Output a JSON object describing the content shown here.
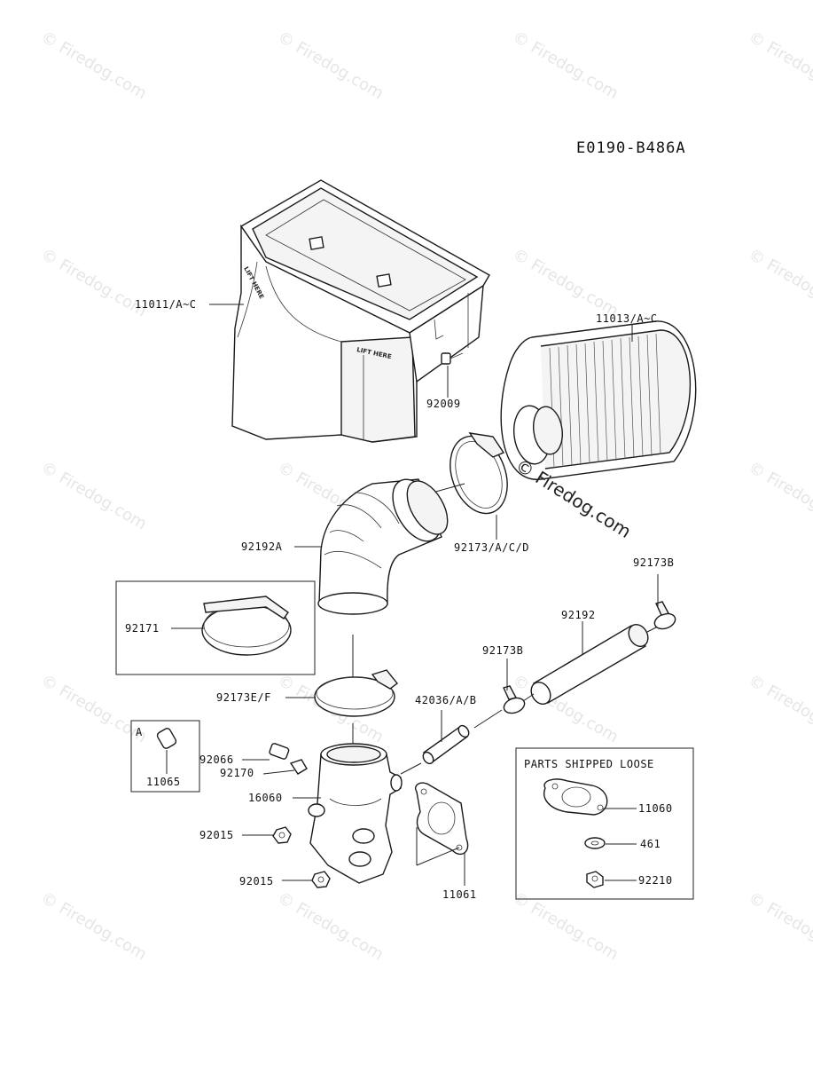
{
  "diagram_code": "E0190-B486A",
  "watermark_text": "© Firedog.com",
  "center_watermark": "© Firedog.com",
  "box_shipped_title": "PARTS SHIPPED LOOSE",
  "inset_a_letter": "A",
  "labels": {
    "p11011": "11011/A~C",
    "p11013": "11013/A~C",
    "p92009": "92009",
    "p92173acd": "92173/A/C/D",
    "p92192a": "92192A",
    "p92171": "92171",
    "p92173b_top": "92173B",
    "p92192": "92192",
    "p92173b_mid": "92173B",
    "p92173ef": "92173E/F",
    "p42036": "42036/A/B",
    "p92066": "92066",
    "p92170": "92170",
    "p16060": "16060",
    "p11065": "11065",
    "p92015_a": "92015",
    "p92015_b": "92015",
    "p11061": "11061",
    "p11060": "11060",
    "p461": "461",
    "p92210": "92210"
  },
  "housing_text": {
    "lift_here_1": "LIFT HERE",
    "lift_here_2": "LIFT HERE"
  }
}
